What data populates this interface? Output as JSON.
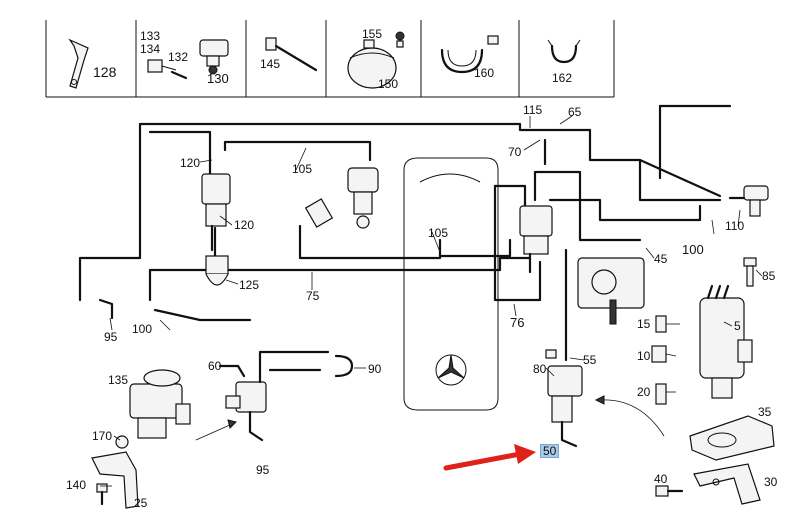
{
  "legend_items": [
    {
      "id": "128",
      "label": "128"
    },
    {
      "id": "133",
      "label": "133"
    },
    {
      "id": "134",
      "label": "134"
    },
    {
      "id": "132",
      "label": "132"
    },
    {
      "id": "130",
      "label": "130"
    },
    {
      "id": "145",
      "label": "145"
    },
    {
      "id": "155",
      "label": "155"
    },
    {
      "id": "150",
      "label": "150"
    },
    {
      "id": "160",
      "label": "160"
    },
    {
      "id": "162",
      "label": "162"
    }
  ],
  "callouts": {
    "c115": "115",
    "c65": "65",
    "c70": "70",
    "c120a": "120",
    "c105a": "105",
    "c120b": "120",
    "c125": "125",
    "c105b": "105",
    "c75": "75",
    "c95a": "95",
    "c100a": "100",
    "c76": "76",
    "c45": "45",
    "c100b": "100",
    "c110": "110",
    "c85": "85",
    "c5": "5",
    "c15": "15",
    "c10": "10",
    "c20": "20",
    "c55": "55",
    "c80": "80",
    "c50": "50",
    "c35": "35",
    "c40": "40",
    "c30": "30",
    "c60": "60",
    "c90": "90",
    "c95b": "95",
    "c135": "135",
    "c170": "170",
    "c140": "140",
    "c25": "25"
  },
  "highlighted_callout": "50",
  "colors": {
    "arrow": "#e0201a",
    "highlight": "#a9c9e8",
    "line": "#111111"
  }
}
